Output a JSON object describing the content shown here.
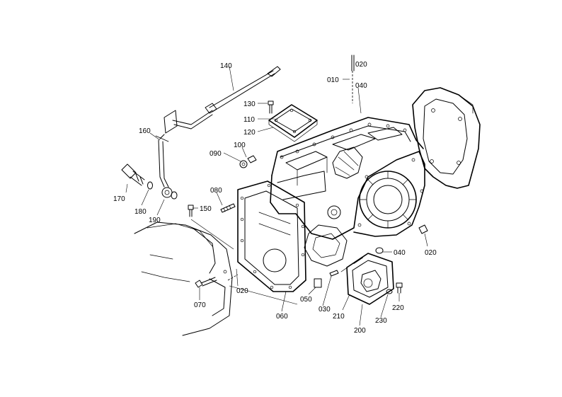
{
  "callouts": [
    {
      "id": "010",
      "text": "010"
    },
    {
      "id": "020a",
      "text": "020"
    },
    {
      "id": "040a",
      "text": "040"
    },
    {
      "id": "140",
      "text": "140"
    },
    {
      "id": "130",
      "text": "130"
    },
    {
      "id": "110",
      "text": "110"
    },
    {
      "id": "120",
      "text": "120"
    },
    {
      "id": "160",
      "text": "160"
    },
    {
      "id": "100",
      "text": "100"
    },
    {
      "id": "090",
      "text": "090"
    },
    {
      "id": "080",
      "text": "080"
    },
    {
      "id": "170",
      "text": "170"
    },
    {
      "id": "180",
      "text": "180"
    },
    {
      "id": "190",
      "text": "190"
    },
    {
      "id": "150",
      "text": "150"
    },
    {
      "id": "040b",
      "text": "040"
    },
    {
      "id": "020b",
      "text": "020"
    },
    {
      "id": "020c",
      "text": "020"
    },
    {
      "id": "070",
      "text": "070"
    },
    {
      "id": "050",
      "text": "050"
    },
    {
      "id": "030",
      "text": "030"
    },
    {
      "id": "060",
      "text": "060"
    },
    {
      "id": "210",
      "text": "210"
    },
    {
      "id": "200",
      "text": "200"
    },
    {
      "id": "230",
      "text": "230"
    },
    {
      "id": "220",
      "text": "220"
    }
  ]
}
